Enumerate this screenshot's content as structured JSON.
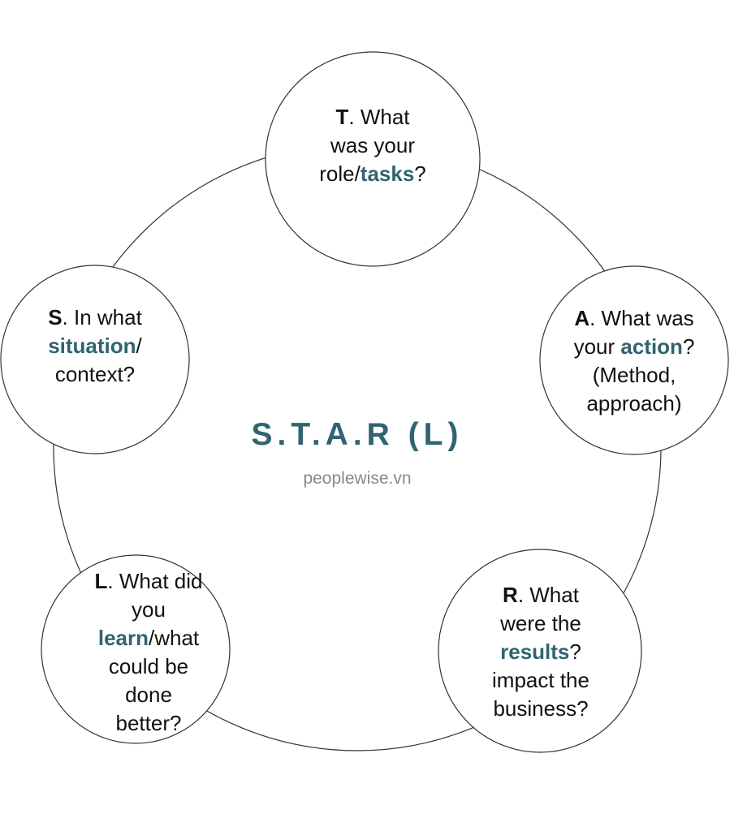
{
  "colors": {
    "accent": "#2f6470",
    "text": "#111111",
    "muted": "#888888",
    "line": "#333333"
  },
  "title": "S.T.A.R (L)",
  "subtitle": "peoplewise.vn",
  "nodes": [
    {
      "id": "t",
      "segments": [
        {
          "t": "T",
          "s": "b"
        },
        {
          "t": ". What\nwas your\nrole/"
        },
        {
          "t": "tasks",
          "s": "k"
        },
        {
          "t": "?"
        }
      ]
    },
    {
      "id": "s",
      "segments": [
        {
          "t": "S",
          "s": "b"
        },
        {
          "t": ". In what\n"
        },
        {
          "t": "situation",
          "s": "k"
        },
        {
          "t": "/\ncontext?"
        }
      ]
    },
    {
      "id": "a",
      "segments": [
        {
          "t": "A",
          "s": "b"
        },
        {
          "t": ". What was\nyour "
        },
        {
          "t": "action",
          "s": "k"
        },
        {
          "t": "?\n(Method,\napproach)"
        }
      ]
    },
    {
      "id": "l",
      "segments": [
        {
          "t": "L",
          "s": "b"
        },
        {
          "t": ". What did\nyou\n"
        },
        {
          "t": "learn",
          "s": "k"
        },
        {
          "t": "/what\ncould be\ndone\nbetter?"
        }
      ]
    },
    {
      "id": "r",
      "segments": [
        {
          "t": "R",
          "s": "b"
        },
        {
          "t": ". What\nwere the\n"
        },
        {
          "t": "results",
          "s": "k"
        },
        {
          "t": "?\nimpact the\nbusiness?"
        }
      ]
    }
  ]
}
